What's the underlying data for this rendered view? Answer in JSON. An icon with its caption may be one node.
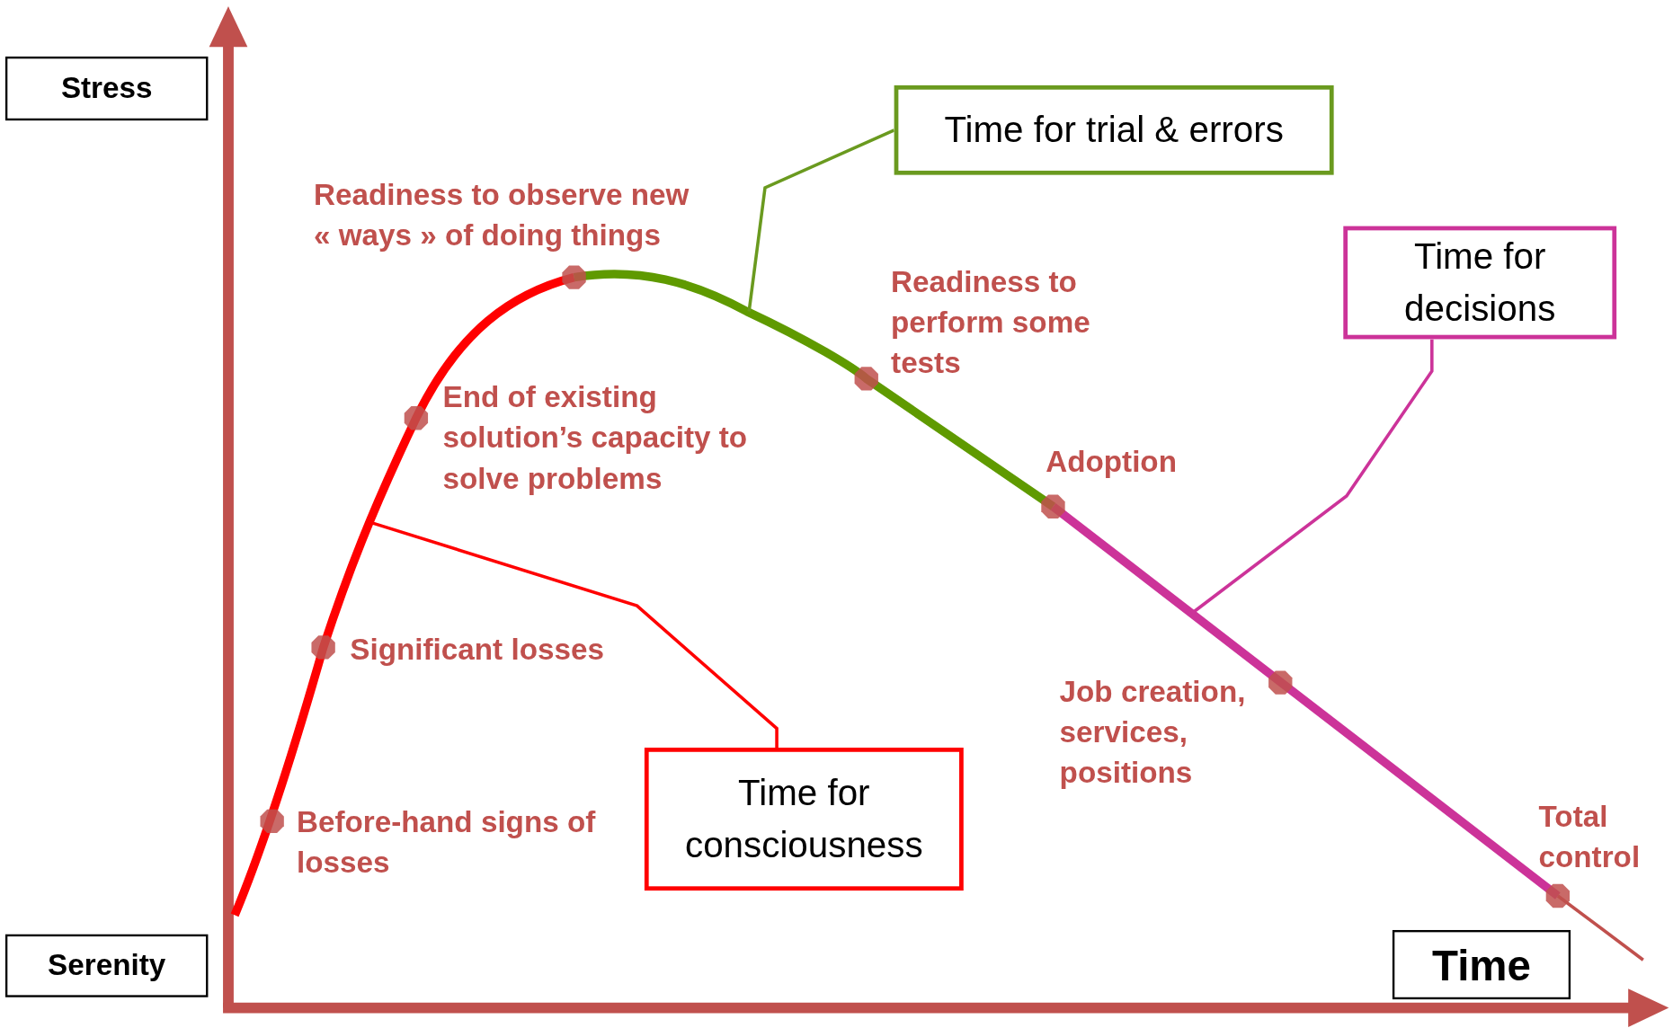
{
  "diagram": {
    "nodes": [
      {
        "text": [
          "Stress"
        ]
      },
      {
        "text": [
          "Serenity"
        ]
      },
      {
        "text": [
          "Time"
        ]
      },
      {
        "text": [
          "Time for trial & errors"
        ]
      },
      {
        "text": [
          "Time for decisions"
        ]
      },
      {
        "text": [
          "Time for consciousness"
        ]
      }
    ],
    "edges": [
      {
        "from": 3,
        "to": null,
        "arrow": "none",
        "color": "#6a9a1f"
      },
      {
        "from": 4,
        "to": null,
        "arrow": "none",
        "color": "#cc3399"
      },
      {
        "from": 5,
        "to": null,
        "arrow": "none",
        "color": "#ff0000"
      }
    ],
    "labels": [
      "Readiness to observe new « ways » of doing things",
      "End of existing solution’s capacity to solve problems",
      "Significant losses",
      "Before-hand signs of losses",
      "Readiness to perform some tests",
      "Adoption",
      "Job creation, services, positions",
      "Total control"
    ]
  }
}
